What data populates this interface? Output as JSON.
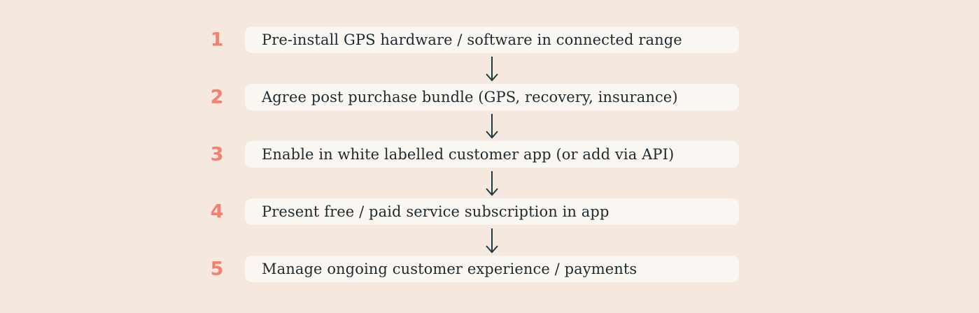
{
  "flowchart": {
    "colors": {
      "background": "#f5e8df",
      "box_fill": "#faf7f2",
      "number": "#f4806f",
      "text": "#1f2a30",
      "arrow": "#1d3a43"
    },
    "steps": [
      {
        "number": "1",
        "label": "Pre-install GPS hardware / software in connected range"
      },
      {
        "number": "2",
        "label": "Agree post purchase bundle (GPS, recovery, insurance)"
      },
      {
        "number": "3",
        "label": "Enable in white labelled customer app (or add via API)"
      },
      {
        "number": "4",
        "label": "Present free / paid service subscription in app"
      },
      {
        "number": "5",
        "label": "Manage ongoing customer experience / payments"
      }
    ]
  }
}
